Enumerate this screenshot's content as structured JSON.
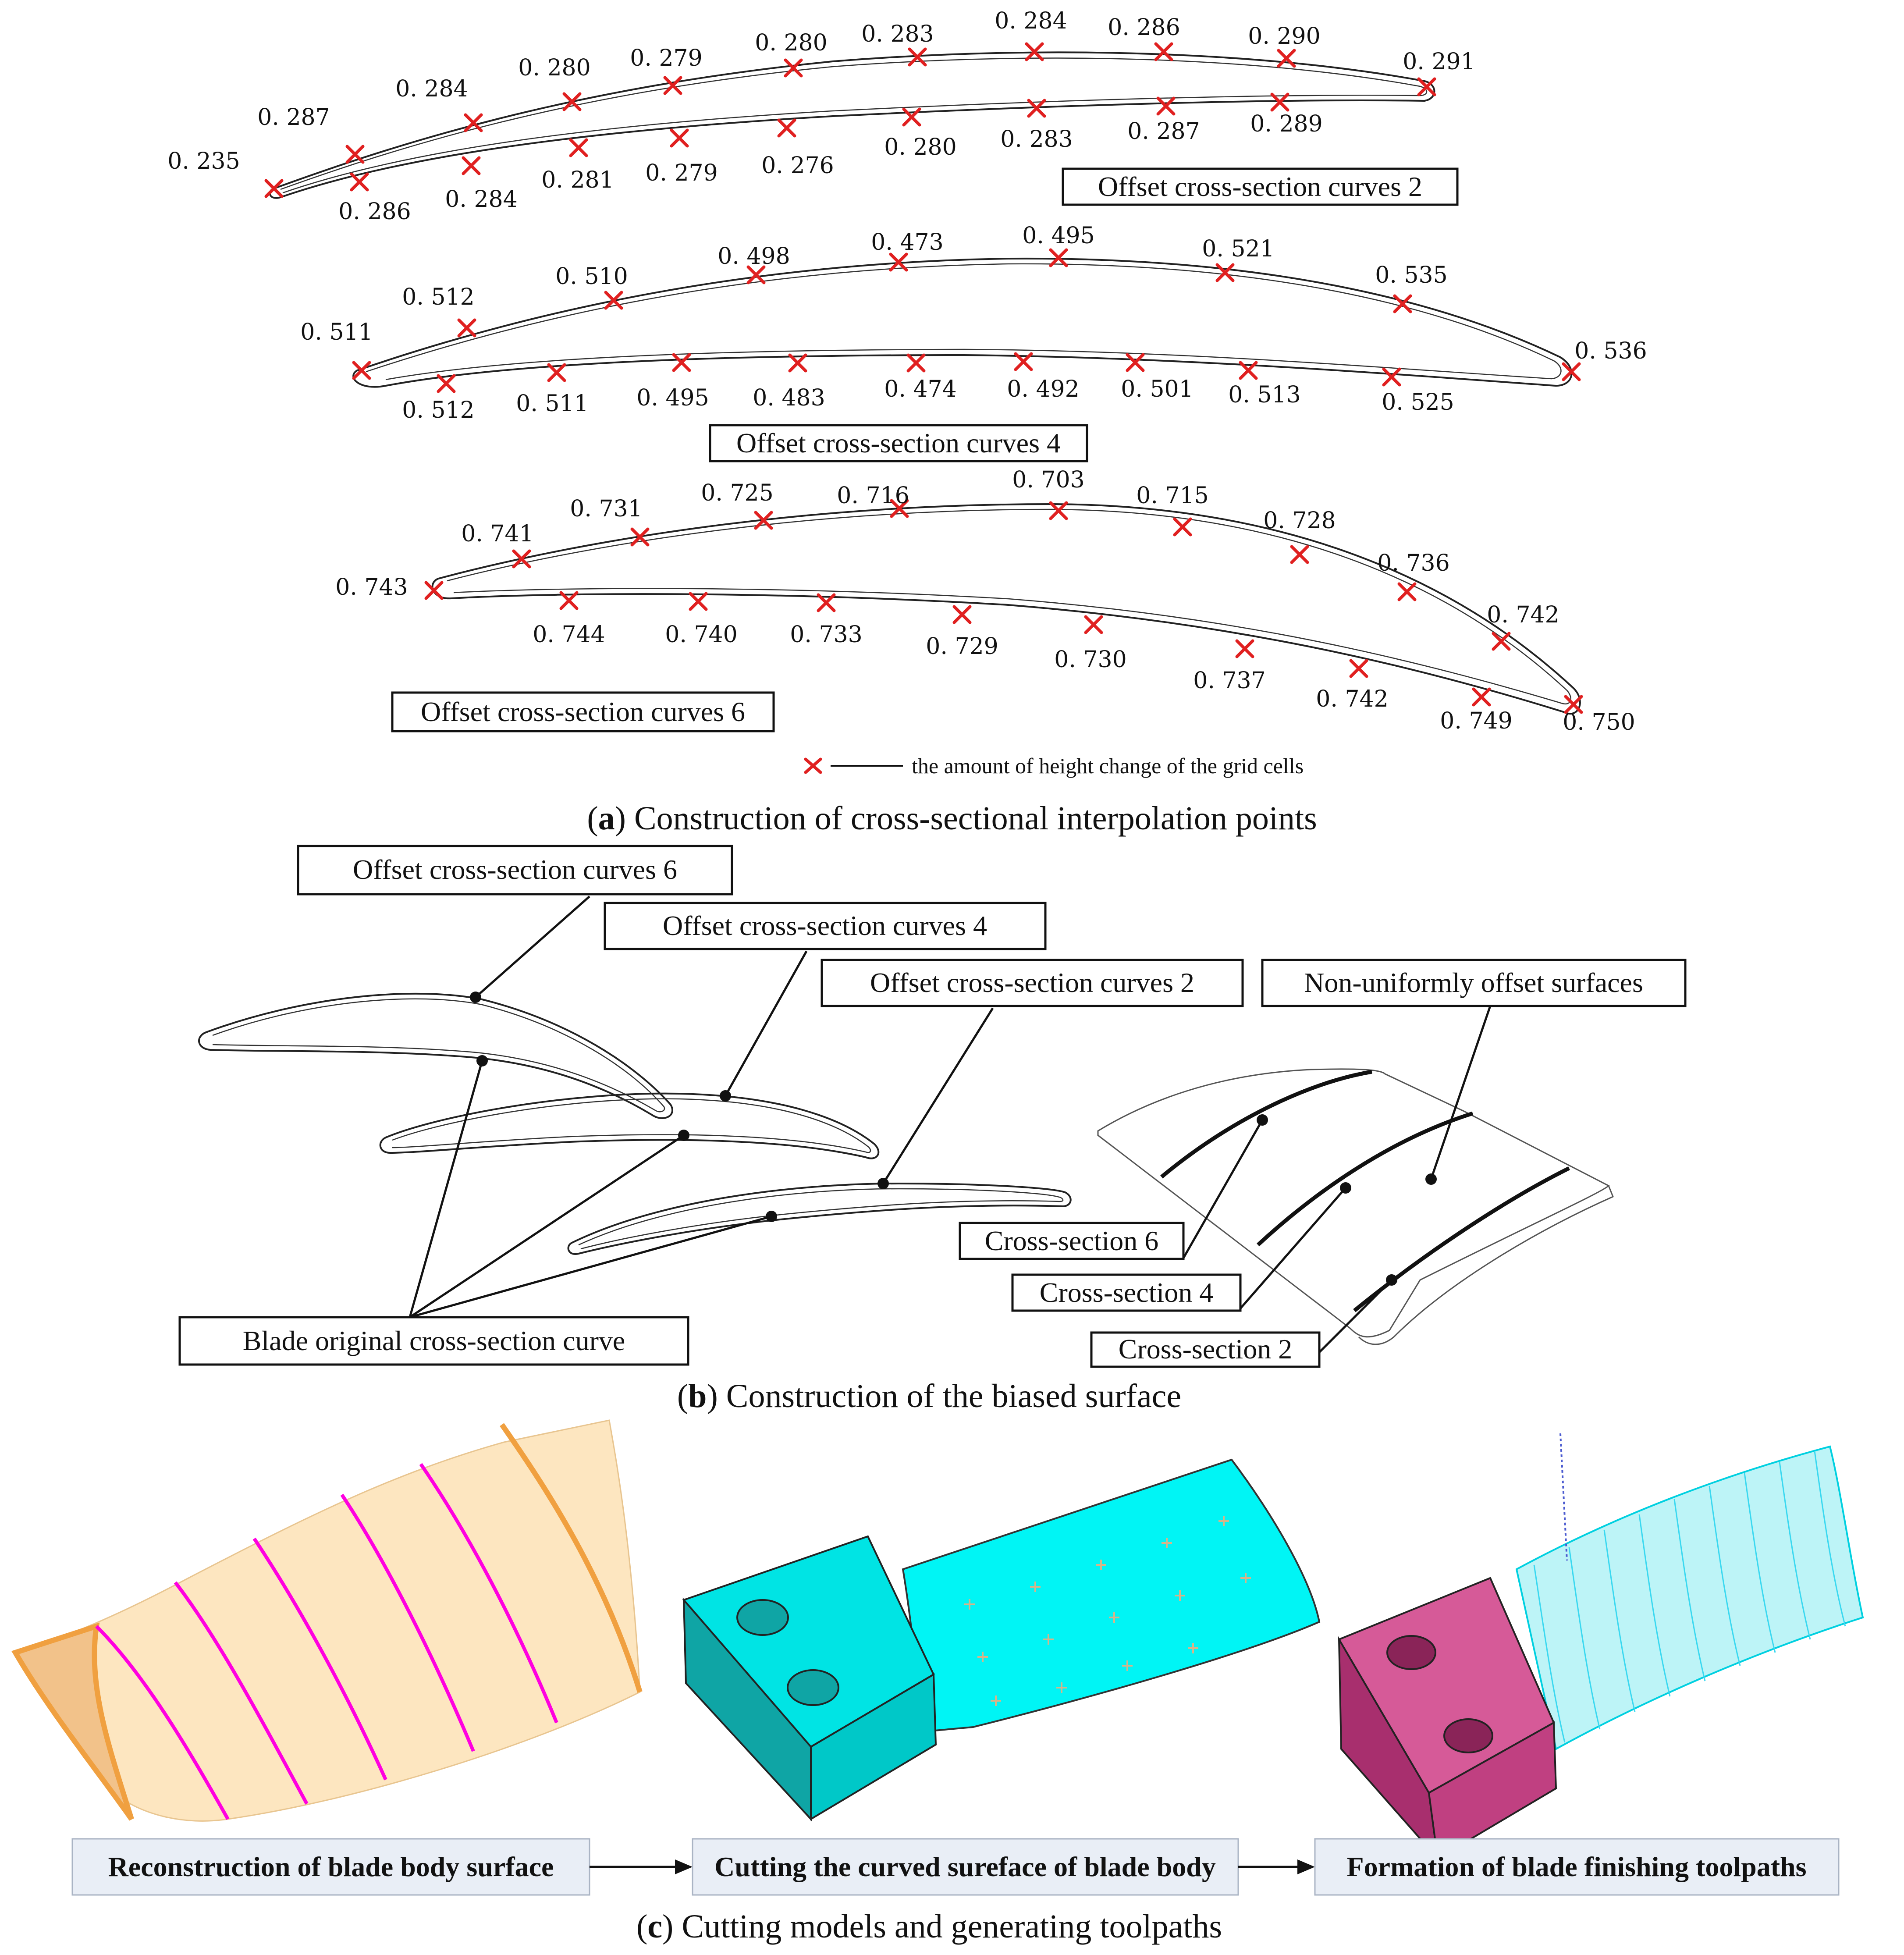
{
  "panel_a": {
    "curves2": {
      "label": "Offset cross-section curves 2",
      "upper": [
        "0. 235",
        "0. 287",
        "0. 284",
        "0. 280",
        "0. 279",
        "0. 280",
        "0. 283",
        "0. 284",
        "0. 286",
        "0. 290",
        "0. 291"
      ],
      "lower": [
        "0. 286",
        "0. 284",
        "0. 281",
        "0. 279",
        "0. 276",
        "0. 280",
        "0. 283",
        "0. 287",
        "0. 289"
      ]
    },
    "curves4": {
      "label": "Offset cross-section curves 4",
      "upper": [
        "0. 511",
        "0. 512",
        "0. 510",
        "0. 498",
        "0. 473",
        "0. 495",
        "0. 521",
        "0. 535",
        "0. 536"
      ],
      "lower": [
        "0. 512",
        "0. 511",
        "0. 495",
        "0. 483",
        "0. 474",
        "0. 492",
        "0. 501",
        "0. 513",
        "0. 525"
      ]
    },
    "curves6": {
      "label": "Offset cross-section curves 6",
      "upper": [
        "0. 743",
        "0. 741",
        "0. 731",
        "0. 725",
        "0. 716",
        "0. 703",
        "0. 715",
        "0. 728",
        "0. 736",
        "0. 742",
        "0. 750"
      ],
      "lower": [
        "0. 744",
        "0. 740",
        "0. 733",
        "0. 729",
        "0. 730",
        "0. 737",
        "0. 742",
        "0. 749"
      ]
    },
    "legend": "the amount of height change of the grid cells",
    "caption_letter": "a",
    "caption_text": "Construction of cross-sectional interpolation points"
  },
  "panel_b": {
    "label_curves6": "Offset cross-section curves 6",
    "label_curves4": "Offset cross-section curves 4",
    "label_curves2": "Offset cross-section curves 2",
    "label_surfaces": "Non-uniformly offset surfaces",
    "label_original": "Blade original cross-section curve",
    "label_cs6": "Cross-section 6",
    "label_cs4": "Cross-section 4",
    "label_cs2": "Cross-section 2",
    "caption_letter": "b",
    "caption_text": "Construction of the biased surface"
  },
  "panel_c": {
    "step1": "Reconstruction of blade body surface",
    "step2": "Cutting the curved sureface of blade body",
    "step3": "Formation of blade finishing toolpaths",
    "caption_letter": "c",
    "caption_text": "Cutting models and generating toolpaths",
    "colors": {
      "blade_fill": "#fde6c0",
      "blade_edge": "#f0a040",
      "section_lines": "#ff00e0",
      "cut_surface": "#00f5f5",
      "fixture": "#cc3d86"
    }
  }
}
